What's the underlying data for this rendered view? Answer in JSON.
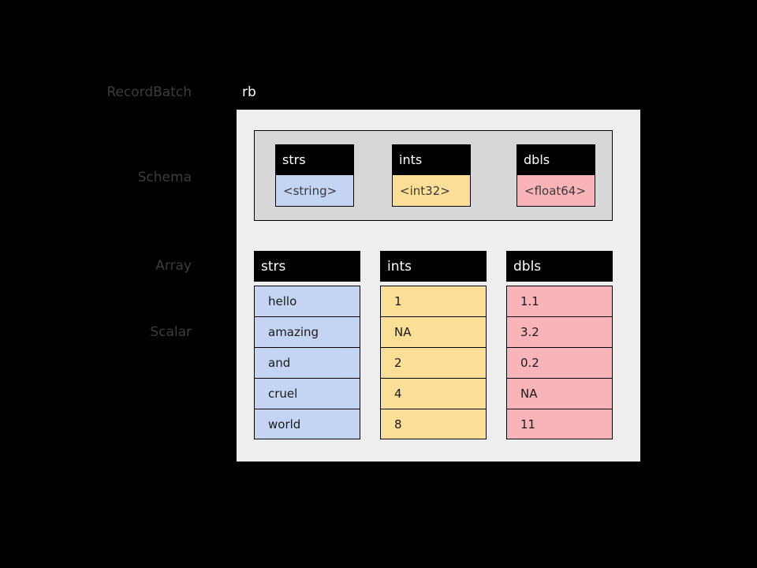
{
  "legend": {
    "items": [
      {
        "label": "RecordBatch",
        "name": "legend-recordbatch"
      },
      {
        "label": "Schema",
        "name": "legend-schema"
      },
      {
        "label": "Array",
        "name": "legend-array"
      },
      {
        "label": "Scalar",
        "name": "legend-scalar"
      }
    ]
  },
  "record_batch": {
    "variable_label": "rb"
  },
  "schema": {
    "fields": [
      {
        "name": "strs",
        "type": "<string>",
        "color": "#c3d5f2"
      },
      {
        "name": "ints",
        "type": "<int32>",
        "color": "#fbdf96"
      },
      {
        "name": "dbls",
        "type": "<float64>",
        "color": "#f8b4b8"
      }
    ]
  },
  "arrays": [
    {
      "name": "strs",
      "color": "#c3d5f2",
      "values": [
        "hello",
        "amazing",
        "and",
        "cruel",
        "world"
      ]
    },
    {
      "name": "ints",
      "color": "#fbdf96",
      "values": [
        "1",
        "NA",
        "2",
        "4",
        "8"
      ]
    },
    {
      "name": "dbls",
      "color": "#f8b4b8",
      "values": [
        "1.1",
        "3.2",
        "0.2",
        "NA",
        "11"
      ]
    }
  ],
  "palette": {
    "background": "#000000",
    "panel": "#eeeeee",
    "schema_box": "#d7d7d7",
    "header": "#000000",
    "legend_text": "#3c3c3c",
    "variable_text": "#ffffff"
  }
}
